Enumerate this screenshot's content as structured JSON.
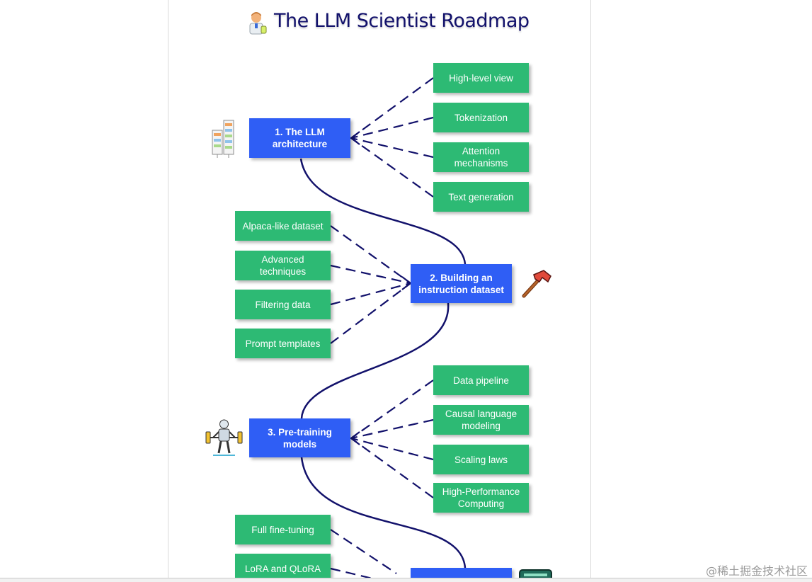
{
  "title": "The LLM Scientist Roadmap",
  "icons": {
    "title_icon": "scientist-icon",
    "step1_icon": "architecture-icon",
    "step2_icon": "hammer-icon",
    "step3_icon": "weightlifting-robot-icon",
    "step4_icon": "terminal-icon"
  },
  "steps": [
    {
      "label": "1. The LLM architecture"
    },
    {
      "label": "2. Building an instruction dataset"
    },
    {
      "label": "3. Pre-training models"
    },
    {
      "label": ""
    }
  ],
  "topics": {
    "step1": [
      "High-level view",
      "Tokenization",
      "Attention mechanisms",
      "Text generation"
    ],
    "step2": [
      "Alpaca-like dataset",
      "Advanced techniques",
      "Filtering data",
      "Prompt templates"
    ],
    "step3": [
      "Data pipeline",
      "Causal language modeling",
      "Scaling laws",
      "High-Performance Computing"
    ],
    "step4": [
      "Full fine-tuning",
      "LoRA and QLoRA"
    ]
  },
  "watermark": "@稀土掘金技术社区",
  "colors": {
    "step_box": "#2f5ef5",
    "topic_box": "#2dba74",
    "connector": "#12116b",
    "title": "#12116b"
  }
}
